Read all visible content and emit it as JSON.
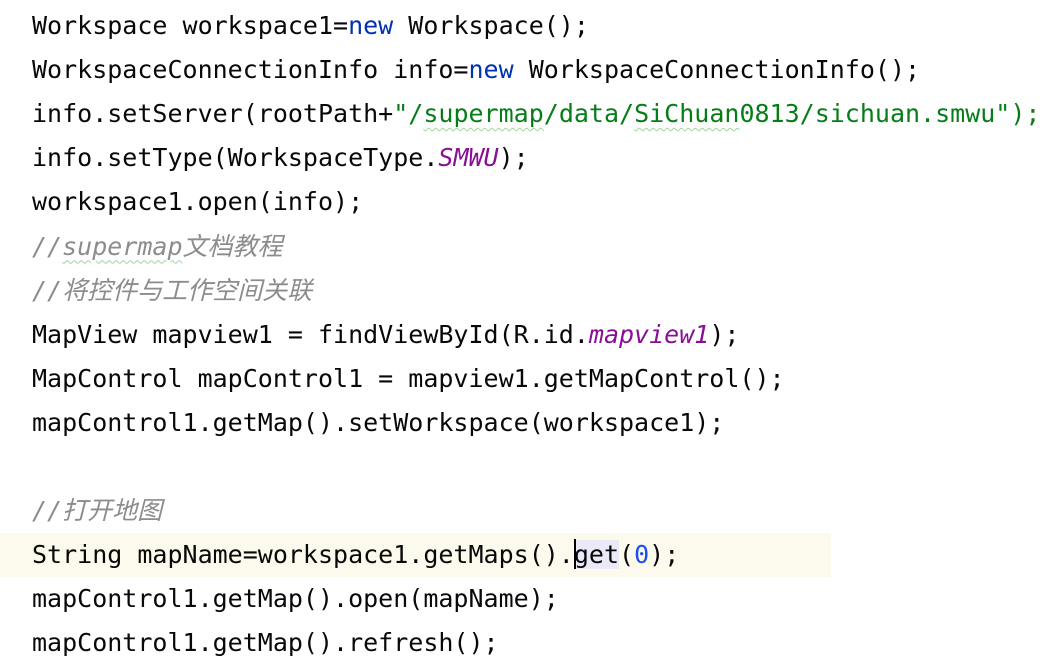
{
  "editor": {
    "lines": [
      {
        "tokens": [
          {
            "t": "Workspace workspace1="
          },
          {
            "t": "new",
            "c": "kw"
          },
          {
            "t": " Workspace();"
          }
        ]
      },
      {
        "tokens": [
          {
            "t": "WorkspaceConnectionInfo info="
          },
          {
            "t": "new",
            "c": "kw"
          },
          {
            "t": " WorkspaceConnectionInfo();"
          }
        ]
      },
      {
        "tokens": [
          {
            "t": "info.setServer(rootPath+"
          },
          {
            "t": "\"/",
            "c": "str"
          },
          {
            "t": "supermap",
            "c": "str typo"
          },
          {
            "t": "/data/",
            "c": "str"
          },
          {
            "t": "SiChuan",
            "c": "str typo"
          },
          {
            "t": "0813/sichuan.smwu\");",
            "c": "str"
          }
        ]
      },
      {
        "tokens": [
          {
            "t": "info.setType(WorkspaceType."
          },
          {
            "t": "SMWU",
            "c": "static"
          },
          {
            "t": ");"
          }
        ]
      },
      {
        "tokens": [
          {
            "t": "workspace1.open(info);"
          }
        ]
      },
      {
        "tokens": [
          {
            "t": "//",
            "c": "comment"
          },
          {
            "t": "supermap",
            "c": "comment typo"
          },
          {
            "t": "文档教程",
            "c": "comment"
          }
        ]
      },
      {
        "tokens": [
          {
            "t": "//将控件与工作空间关联",
            "c": "comment"
          }
        ]
      },
      {
        "tokens": [
          {
            "t": "MapView mapview1 = findViewById(R.id."
          },
          {
            "t": "mapview1",
            "c": "static"
          },
          {
            "t": ");"
          }
        ]
      },
      {
        "tokens": [
          {
            "t": "MapControl mapControl1 = mapview1.getMapControl();"
          }
        ]
      },
      {
        "tokens": [
          {
            "t": "mapControl1.getMap().setWorkspace(workspace1);"
          }
        ]
      },
      {
        "tokens": []
      },
      {
        "tokens": [
          {
            "t": "//打开地图",
            "c": "comment"
          }
        ]
      },
      {
        "current": true,
        "tokens": [
          {
            "t": "String mapName=workspace1.getMaps()."
          },
          {
            "caret": true
          },
          {
            "t": "get",
            "c": "highlight"
          },
          {
            "t": "("
          },
          {
            "t": "0",
            "c": "num"
          },
          {
            "t": ");"
          }
        ]
      },
      {
        "tokens": [
          {
            "t": "mapControl1.getMap().open(mapName);"
          }
        ]
      },
      {
        "tokens": [
          {
            "t": "mapControl1.getMap().refresh();"
          }
        ]
      }
    ]
  }
}
